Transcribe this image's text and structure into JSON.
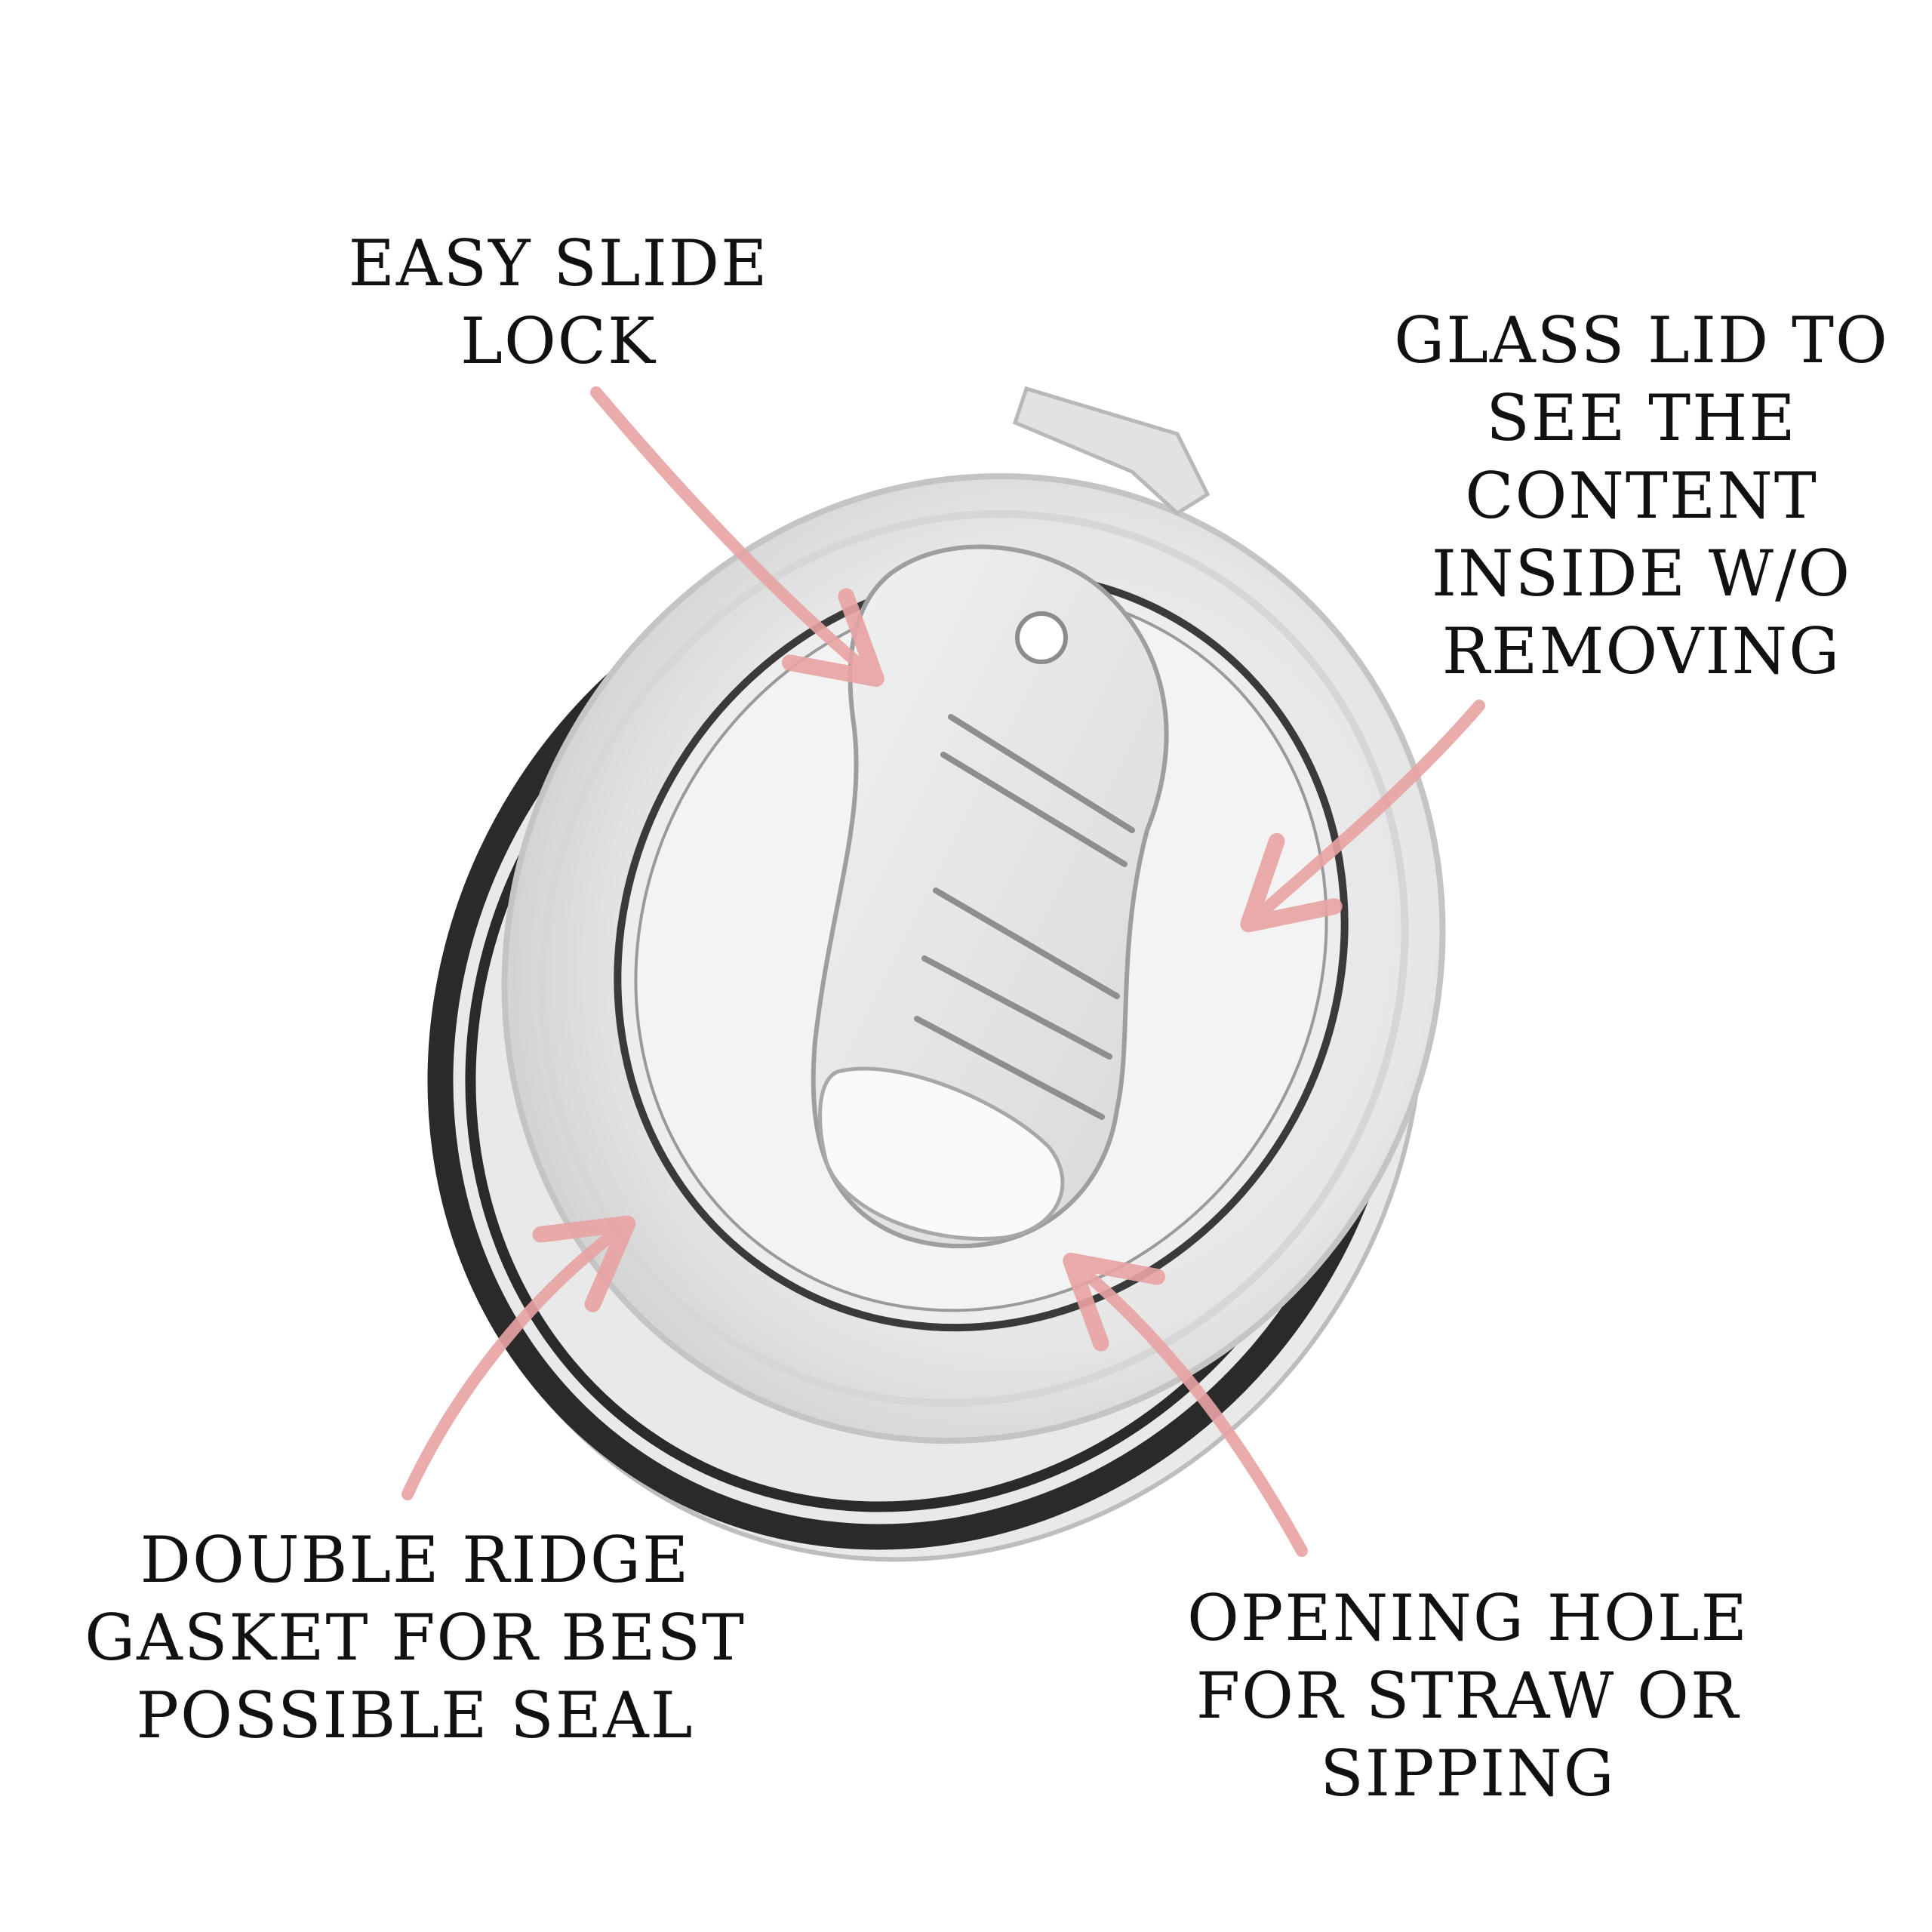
{
  "callouts": {
    "slide_lock": {
      "lines": [
        "EASY SLIDE",
        "LOCK"
      ]
    },
    "glass_lid": {
      "lines": [
        "GLASS LID TO",
        "SEE THE",
        "CONTENT",
        "INSIDE W/O",
        "REMOVING"
      ]
    },
    "gasket": {
      "lines": [
        "DOUBLE RIDGE",
        "GASKET FOR BEST",
        "POSSIBLE SEAL"
      ]
    },
    "opening": {
      "lines": [
        "OPENING HOLE",
        "FOR STRAW OR",
        "SIPPING"
      ]
    }
  },
  "colors": {
    "arrow": "#e8a3a3",
    "text": "#111111",
    "gasket": "#2a2a2a",
    "background": "#ffffff"
  }
}
